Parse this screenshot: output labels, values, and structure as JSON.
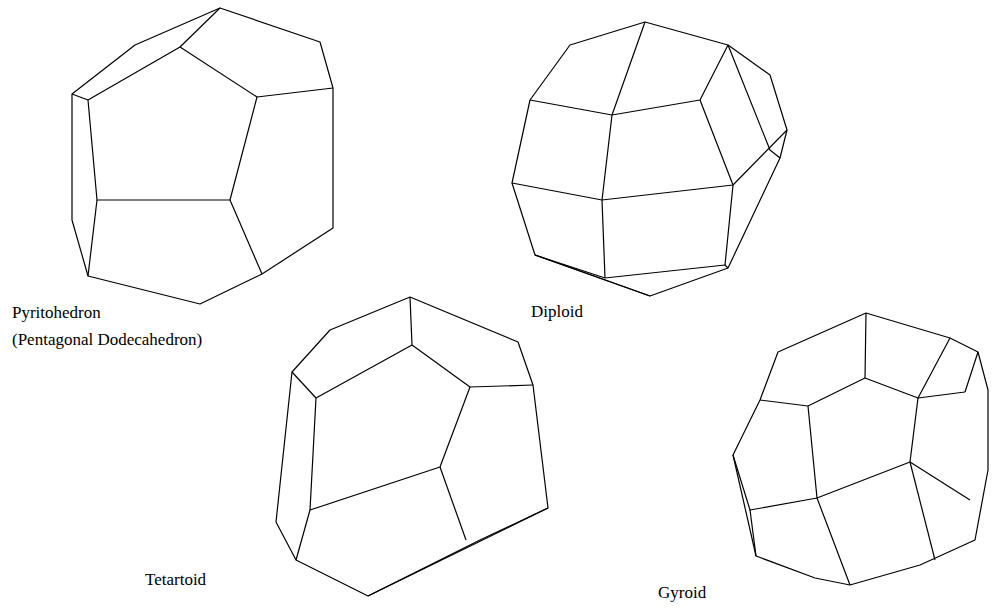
{
  "diagram": {
    "labels": [
      "Pyritohedron",
      "(Pentagonal Dodecahedron)",
      "Diploid",
      "Tetartoid",
      "Gyroid"
    ]
  }
}
